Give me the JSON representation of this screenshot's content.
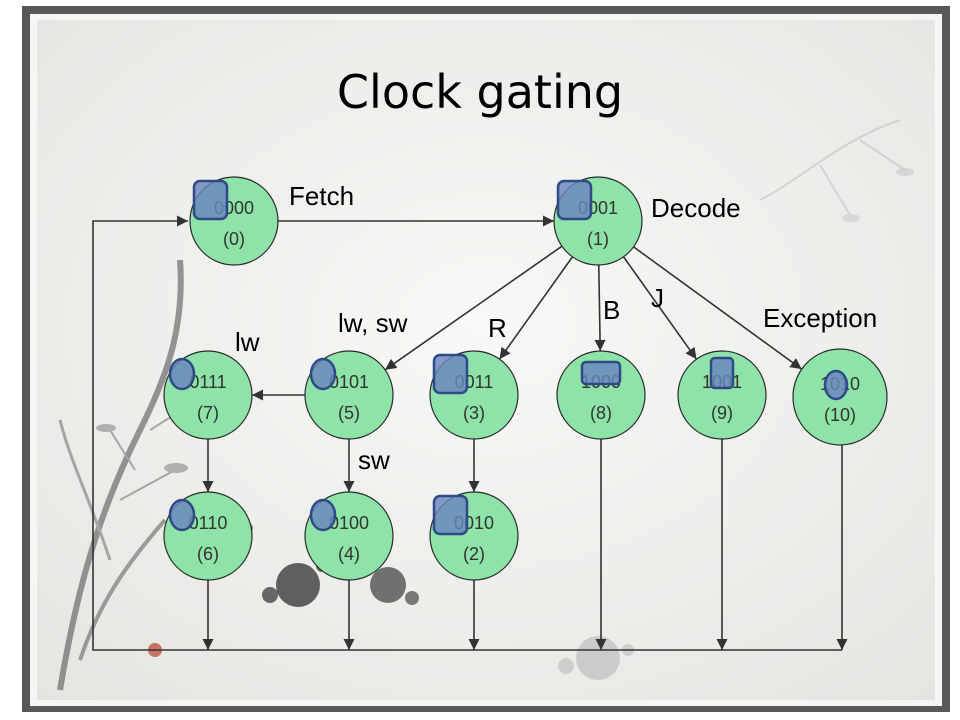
{
  "slide": {
    "title": "Clock gating"
  },
  "colors": {
    "node_fill": "#8de3a8",
    "node_stroke": "#2a2a2a",
    "gate_fill": "#6a85be",
    "gate_stroke": "#2f4a86",
    "edge": "#333333",
    "paper": "#f1f1ef"
  },
  "states": [
    {
      "id": "s0",
      "code": "0000",
      "num": "(0)",
      "gate": "rect"
    },
    {
      "id": "s1",
      "code": "0001",
      "num": "(1)",
      "gate": "rect"
    },
    {
      "id": "s7",
      "code": "0111",
      "num": "(7)",
      "gate": "ellipse"
    },
    {
      "id": "s5",
      "code": "0101",
      "num": "(5)",
      "gate": "ellipse"
    },
    {
      "id": "s3",
      "code": "0011",
      "num": "(3)",
      "gate": "rect"
    },
    {
      "id": "s8",
      "code": "1000",
      "num": "(8)",
      "gate": "flat"
    },
    {
      "id": "s9",
      "code": "1001",
      "num": "(9)",
      "gate": "narrow"
    },
    {
      "id": "s10",
      "code": "1010",
      "num": "(10)",
      "gate": "ellipse"
    },
    {
      "id": "s6",
      "code": "0110",
      "num": "(6)",
      "gate": "ellipse"
    },
    {
      "id": "s4",
      "code": "0100",
      "num": "(4)",
      "gate": "ellipse"
    },
    {
      "id": "s2",
      "code": "0010",
      "num": "(2)",
      "gate": "rect"
    }
  ],
  "labels": {
    "fetch": "Fetch",
    "decode": "Decode",
    "lw_sw": "lw, sw",
    "lw": "lw",
    "sw": "sw",
    "r": "R",
    "b": "B",
    "j": "J",
    "exception": "Exception"
  }
}
